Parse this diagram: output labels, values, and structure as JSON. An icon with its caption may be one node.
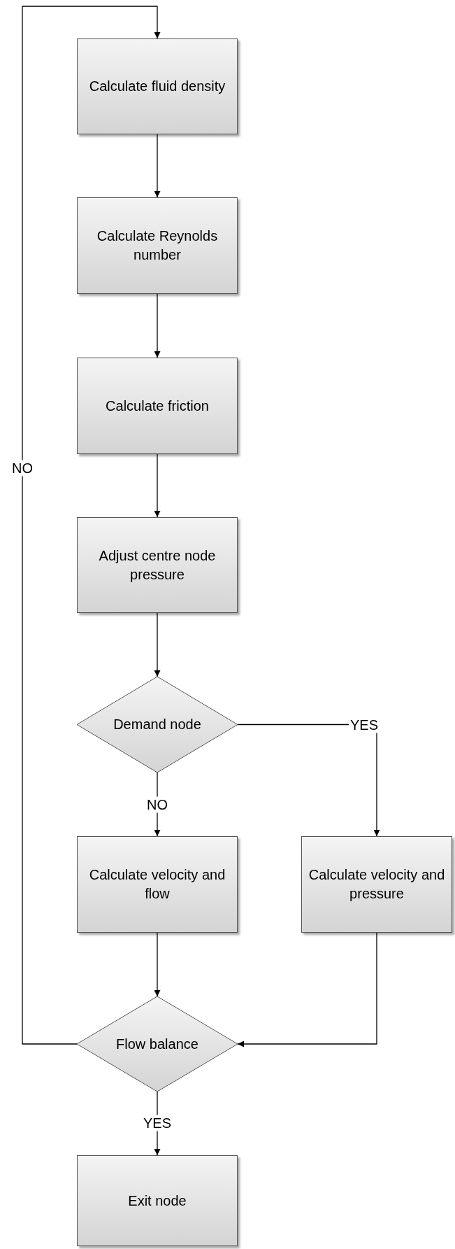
{
  "diagram": {
    "nodes": [
      {
        "text": [
          "Calculate fluid density"
        ]
      },
      {
        "text": [
          "Calculate Reynolds number"
        ]
      },
      {
        "text": [
          "Calculate friction"
        ]
      },
      {
        "text": [
          "Adjust centre node pressure"
        ]
      },
      {
        "text": [
          "Demand node"
        ]
      },
      {
        "text": [
          "Calculate velocity and flow"
        ]
      },
      {
        "text": [
          "Calculate velocity and pressure"
        ]
      },
      {
        "text": [
          "Flow balance"
        ]
      },
      {
        "text": [
          "Exit node"
        ]
      }
    ],
    "edges": [
      {
        "from": 0,
        "to": 1,
        "arrow": "to"
      },
      {
        "from": 1,
        "to": 2,
        "arrow": "to"
      },
      {
        "from": 2,
        "to": 3,
        "arrow": "to"
      },
      {
        "from": 3,
        "to": 4,
        "arrow": "to"
      },
      {
        "from": 4,
        "to": 5,
        "arrow": "to",
        "label": "NO"
      },
      {
        "from": 4,
        "to": 6,
        "arrow": "to",
        "label": "YES"
      },
      {
        "from": 5,
        "to": 7,
        "arrow": "to"
      },
      {
        "from": 6,
        "to": 7,
        "arrow": "to"
      },
      {
        "from": 7,
        "to": 0,
        "arrow": "to",
        "label": "NO"
      },
      {
        "from": 7,
        "to": 8,
        "arrow": "to",
        "label": "YES"
      }
    ]
  }
}
